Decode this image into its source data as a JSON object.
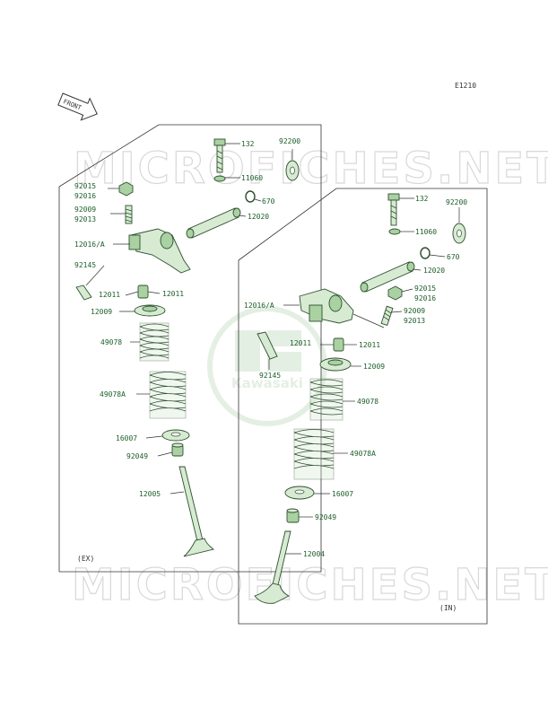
{
  "diagram_code": "E1210",
  "front_arrow_label": "FRONT",
  "watermark_text": "MICROFICHES.NET",
  "brand_logo_text": "Kawasaki",
  "colors": {
    "label": "#1d5e2a",
    "part_fill": "#d6ebd2",
    "part_dark": "#a9d1a2",
    "outline": "#2f4f2f",
    "watermark": "#d8d8d8",
    "logo": "#cfe3cf"
  },
  "exhaust_group": {
    "caption": "(EX)",
    "labels": {
      "bolt": "132",
      "washer_large": "92200",
      "oring_small": "11060",
      "oring_670": "670",
      "shaft": "12020",
      "nut": "92015",
      "nut_b": "92016",
      "screw": "92009",
      "screw_b": "92013",
      "rocker_arm": "12016/A",
      "shim": "92145",
      "cotter_l": "12011",
      "cotter_r": "12011",
      "retainer": "12009",
      "spring_outer": "49078",
      "spring_inner": "49078A",
      "seat": "16007",
      "seal": "92049",
      "valve": "12005"
    }
  },
  "intake_group": {
    "caption": "(IN)",
    "labels": {
      "bolt": "132",
      "washer_large": "92200",
      "oring_small": "11060",
      "shaft": "12020",
      "oring_670": "670",
      "nut": "92015",
      "nut_b": "92016",
      "rocker_arm": "12016/A",
      "screw": "92009",
      "screw_b": "92013",
      "cotter_l": "12011",
      "cotter_r": "12011",
      "shim": "92145",
      "retainer": "12009",
      "spring_outer": "49078",
      "spring_inner": "49078A",
      "seat": "16007",
      "seal": "92049",
      "valve": "12004"
    }
  }
}
